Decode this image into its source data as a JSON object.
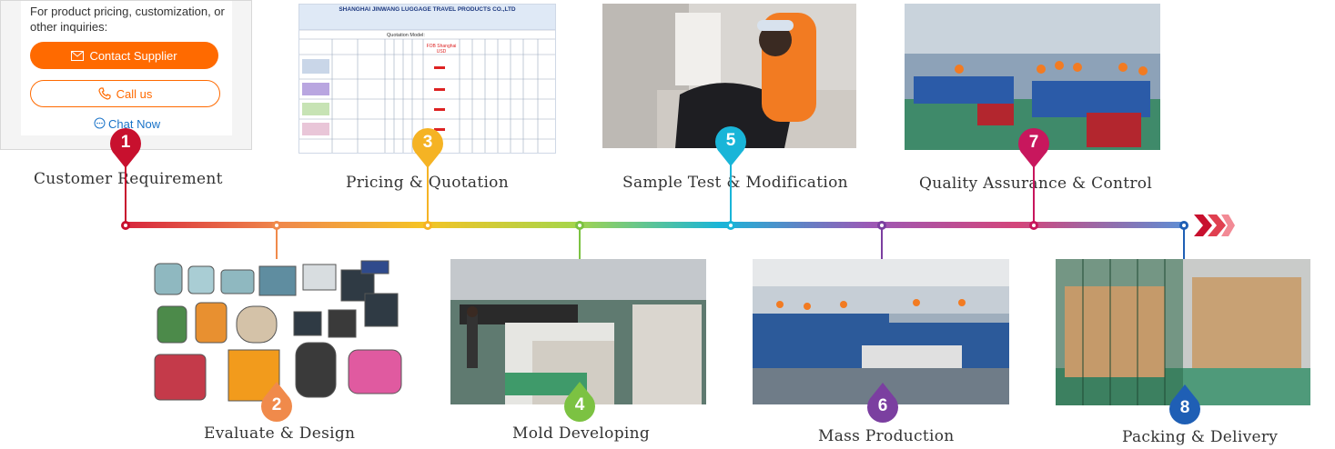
{
  "contact": {
    "note": "For product pricing, customization, or other inquiries:",
    "contact_label": "Contact Supplier",
    "call_label": "Call us",
    "chat_label": "Chat Now"
  },
  "quotation": {
    "company": "SHANGHAI JINWANG LUGGAGE TRAVEL PRODUCTS CO.,LTD",
    "sheet_title": "Quotation Model:",
    "price_col": "FOB Shanghai USD"
  },
  "steps": [
    {
      "num": "1",
      "label": "Customer  Requirement",
      "color": "#c8102e"
    },
    {
      "num": "2",
      "label": "Evaluate  &  Design",
      "color": "#f08a4b"
    },
    {
      "num": "3",
      "label": "Pricing  &  Quotation",
      "color": "#f5b324"
    },
    {
      "num": "4",
      "label": "Mold  Developing",
      "color": "#7cc242"
    },
    {
      "num": "5",
      "label": "Sample Test & Modification",
      "color": "#19b5d8"
    },
    {
      "num": "6",
      "label": "Mass  Production",
      "color": "#7b3fa0"
    },
    {
      "num": "7",
      "label": "Quality Assurance  &  Control",
      "color": "#c8175d"
    },
    {
      "num": "8",
      "label": "Packing & Delivery",
      "color": "#1f5fb5"
    }
  ]
}
